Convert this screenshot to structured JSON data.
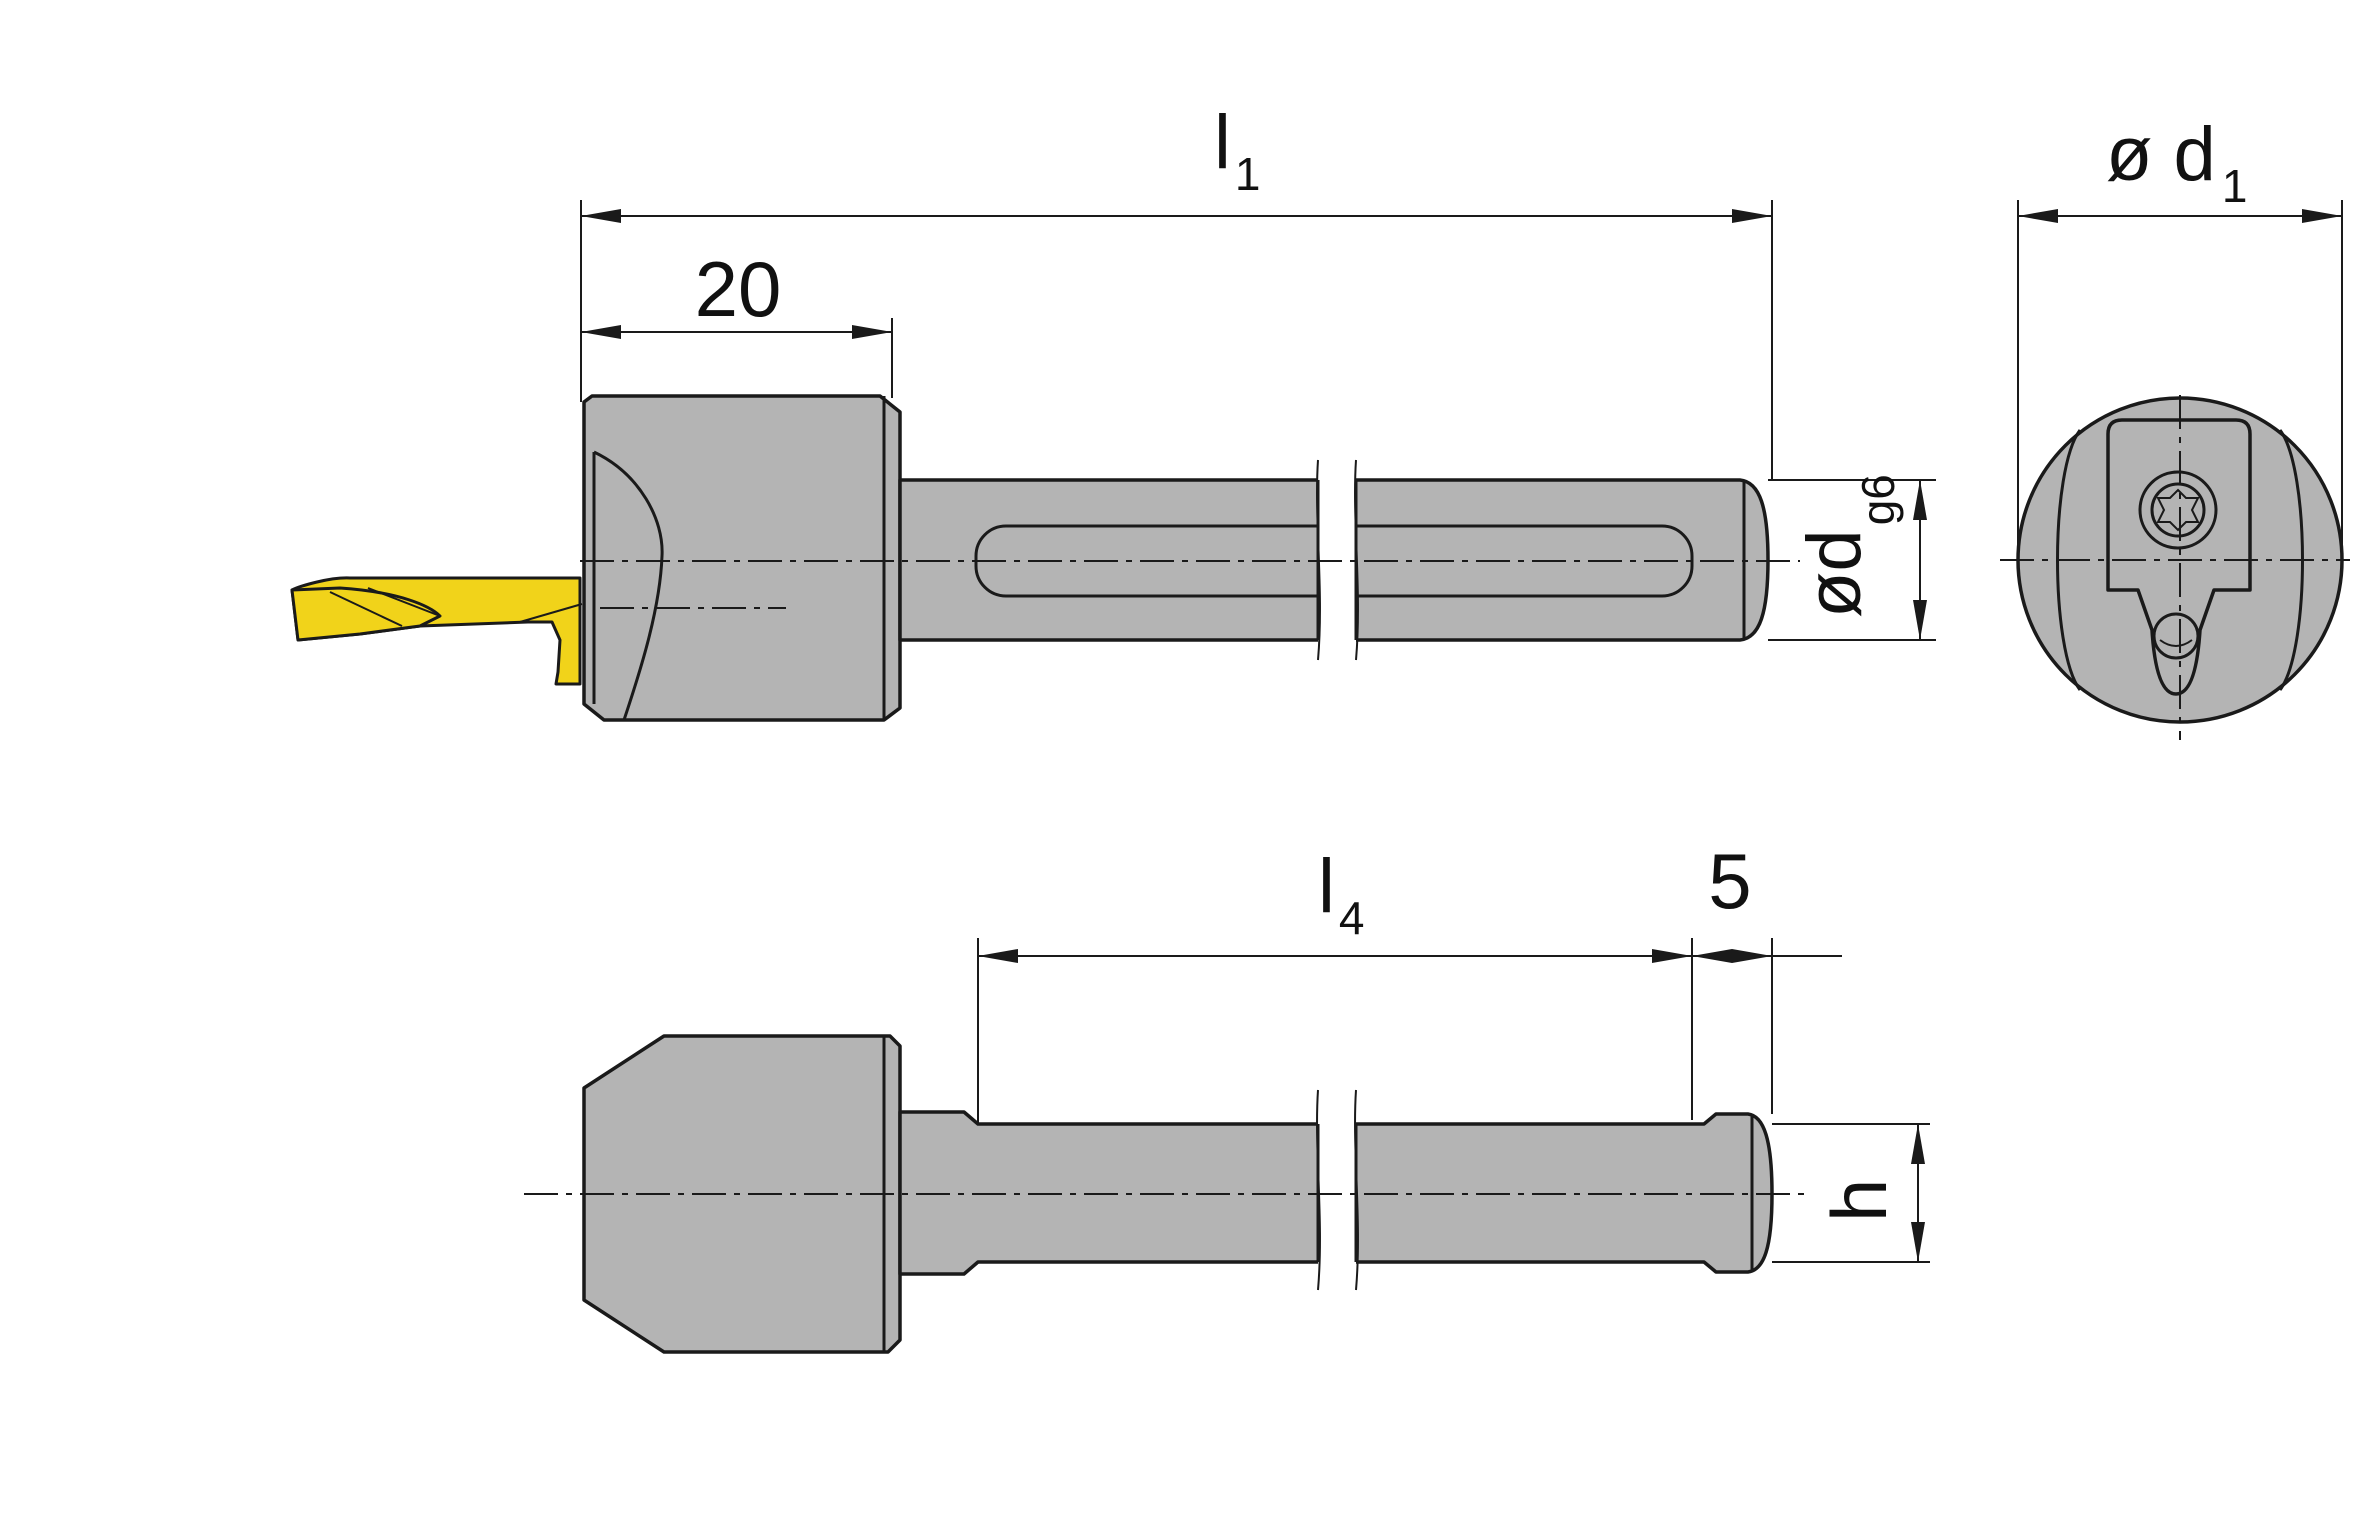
{
  "colors": {
    "body": "#b4b4b4",
    "insert": "#f1d31a",
    "line": "#1a1a1a",
    "background": "#ffffff"
  },
  "labels": {
    "l1": {
      "main": "l",
      "sub": "1"
    },
    "d1": {
      "main": "ø d",
      "sub": "1"
    },
    "length20": "20",
    "dg6": {
      "main": "ød",
      "sub": "g6"
    },
    "l4": {
      "main": "l",
      "sub": "4"
    },
    "length5": "5",
    "h": "h"
  }
}
